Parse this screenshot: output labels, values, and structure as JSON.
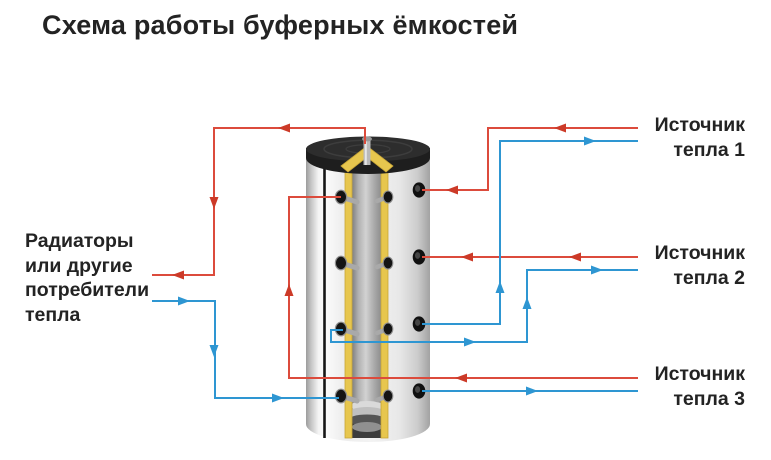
{
  "title": "Схема работы буферных ёмкостей",
  "consumer": {
    "label": "Радиаторы\nили другие\nпотребители\nтепла"
  },
  "heat_sources": [
    {
      "label": "Источник\nтепла 1"
    },
    {
      "label": "Источник\nтепла 2"
    },
    {
      "label": "Источник\nтепла 3"
    }
  ],
  "colors": {
    "pipe_hot": "#DC4B3C",
    "pipe_hot_arrow": "#CC3A28",
    "pipe_cold": "#2E96D2",
    "text": "#232323",
    "insulation": "#E7C64E",
    "tank_cap": "#2D2D2D"
  },
  "connections": [
    {
      "type": "hot",
      "from": "tank-top-port",
      "to": "consumer"
    },
    {
      "type": "cold",
      "from": "consumer",
      "to": "tank-lower-left-port"
    },
    {
      "type": "hot",
      "from": "heat-source-1",
      "to": "tank-upper-right-port"
    },
    {
      "type": "cold",
      "from": "tank-mid-lower-right-port",
      "to": "heat-source-1"
    },
    {
      "type": "hot",
      "from": "heat-source-2",
      "to": "tank-mid-upper-right-port"
    },
    {
      "type": "cold",
      "from": "tank-mid-lower-left-port",
      "to": "heat-source-2"
    },
    {
      "type": "hot",
      "from": "heat-source-3",
      "to": "tank-upper-left-port"
    },
    {
      "type": "cold",
      "from": "tank-lower-right-port",
      "to": "heat-source-3"
    }
  ],
  "icons": {
    "tank": "buffer-tank-cutaway-illustration"
  }
}
